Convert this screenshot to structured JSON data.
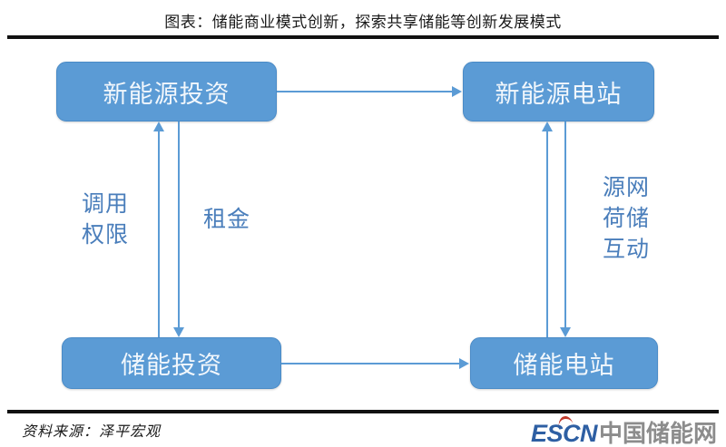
{
  "chart_data": {
    "type": "diagram",
    "title": "图表：储能商业模式创新，探索共享储能等创新发展模式",
    "nodes": [
      {
        "id": "new-energy-investment",
        "label": "新能源投资",
        "position": "top-left"
      },
      {
        "id": "new-energy-power-station",
        "label": "新能源电站",
        "position": "top-right"
      },
      {
        "id": "storage-investment",
        "label": "储能投资",
        "position": "bottom-left"
      },
      {
        "id": "storage-power-station",
        "label": "储能电站",
        "position": "bottom-right"
      }
    ],
    "edges": [
      {
        "from": "new-energy-investment",
        "to": "new-energy-power-station",
        "label": "",
        "direction": "right"
      },
      {
        "from": "storage-investment",
        "to": "storage-power-station",
        "label": "",
        "direction": "right"
      },
      {
        "from": "storage-investment",
        "to": "new-energy-investment",
        "label": "调用\n权限",
        "direction": "up"
      },
      {
        "from": "new-energy-investment",
        "to": "storage-investment",
        "label": "租金",
        "direction": "down"
      },
      {
        "from": "storage-power-station",
        "to": "new-energy-power-station",
        "label": "源网\n荷储\n互动",
        "direction": "up"
      },
      {
        "from": "new-energy-power-station",
        "to": "storage-power-station",
        "label": "",
        "direction": "down"
      }
    ],
    "colors": {
      "node_fill": "#5B9BD5",
      "node_border": "#4A8BC7",
      "node_text": "#F2F7FC",
      "connector": "#5B9BD5",
      "edge_label_text": "#4A7EBB",
      "rule": "#111111",
      "logo_blue": "#2E5FA3",
      "logo_red": "#C0392B",
      "logo_gray": "#8C8C8C"
    }
  },
  "header": {
    "title": "图表：储能商业模式创新，探索共享储能等创新发展模式"
  },
  "diagram": {
    "nodes": {
      "new_energy_investment": "新能源投资",
      "new_energy_power_station": "新能源电站",
      "storage_investment": "储能投资",
      "storage_power_station": "储能电站"
    },
    "labels": {
      "dispatch_authority": "调用\n权限",
      "rent": "租金",
      "source_grid_load_storage": "源网\n荷储\n互动"
    }
  },
  "footer": {
    "source": "资料来源：泽平宏观",
    "logo_mark": "ESCN",
    "logo_name": "中国储能网"
  }
}
